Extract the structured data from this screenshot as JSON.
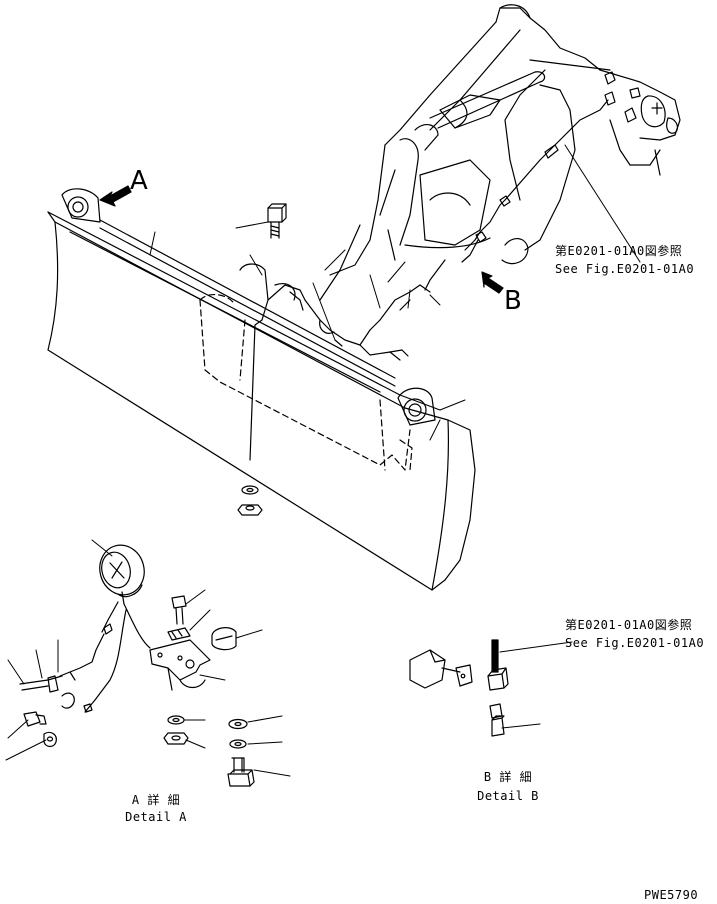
{
  "view_markers": {
    "a": "A",
    "b": "B"
  },
  "references": {
    "top_jp": "第E0201-01A0図参照",
    "top_en": "See Fig.E0201-01A0",
    "bottom_jp": "第E0201-01A0図参照",
    "bottom_en": "See Fig.E0201-01A0"
  },
  "details": {
    "a_jp": "A 詳 細",
    "a_en": "Detail A",
    "b_jp": "B 詳 細",
    "b_en": "Detail B"
  },
  "drawing_number": "PWE5790",
  "colors": {
    "ink": "#000000",
    "paper": "#ffffff"
  }
}
